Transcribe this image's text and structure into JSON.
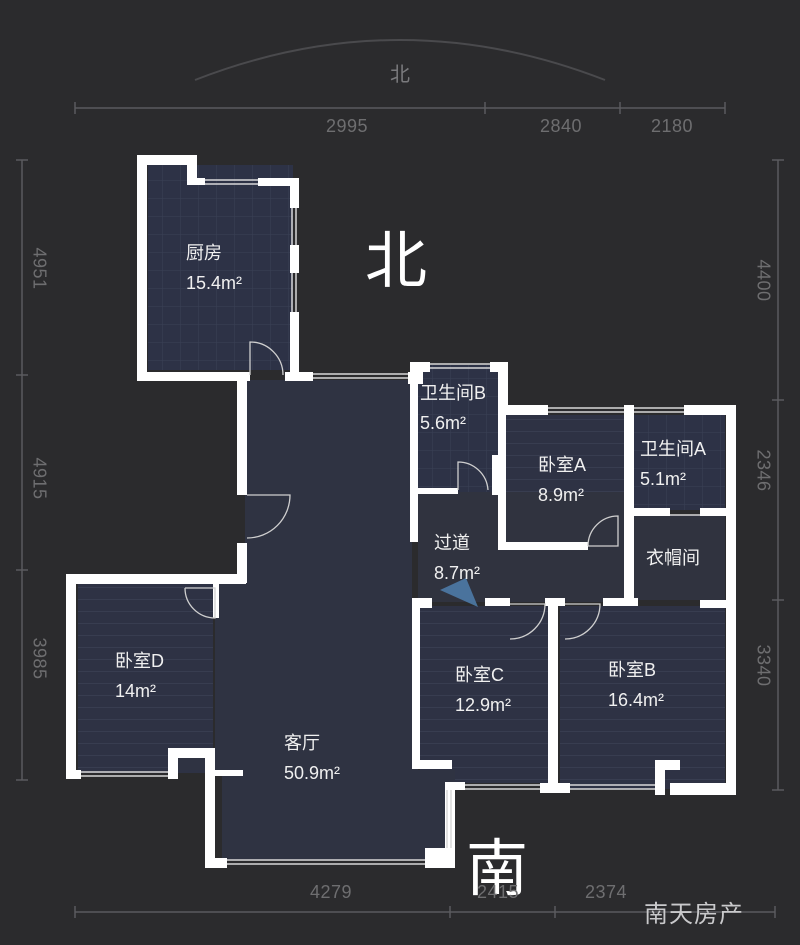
{
  "compass": {
    "north_small": "北",
    "north_big": "北",
    "south_big": "南"
  },
  "dimensions": {
    "top": [
      "2995",
      "2840",
      "2180"
    ],
    "bottom": [
      "4279",
      "2415",
      "2374"
    ],
    "left": [
      "4951",
      "4915",
      "3985"
    ],
    "right": [
      "4400",
      "2346",
      "3340"
    ]
  },
  "rooms": [
    {
      "id": "kitchen",
      "name": "厨房",
      "area": "15.4m²"
    },
    {
      "id": "bath-b",
      "name": "卫生间B",
      "area": "5.6m²"
    },
    {
      "id": "bedroom-a",
      "name": "卧室A",
      "area": "8.9m²"
    },
    {
      "id": "bath-a",
      "name": "卫生间A",
      "area": "5.1m²"
    },
    {
      "id": "hallway",
      "name": "过道",
      "area": "8.7m²"
    },
    {
      "id": "closet",
      "name": "衣帽间",
      "area": ""
    },
    {
      "id": "bedroom-d",
      "name": "卧室D",
      "area": "14m²"
    },
    {
      "id": "bedroom-c",
      "name": "卧室C",
      "area": "12.9m²"
    },
    {
      "id": "bedroom-b",
      "name": "卧室B",
      "area": "16.4m²"
    },
    {
      "id": "living",
      "name": "客厅",
      "area": "50.9m²"
    }
  ],
  "watermark": "南天房产",
  "colors": {
    "background": "#2b2b2d",
    "room_fill": "#2c3142",
    "wall": "#ffffff"
  }
}
